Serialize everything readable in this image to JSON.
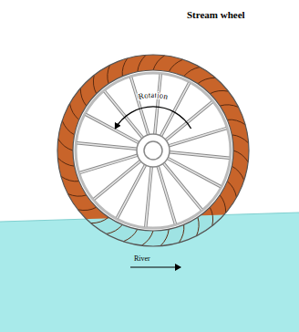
{
  "diagram": {
    "title": "Stream wheel",
    "labels": [
      "Rotation",
      "River"
    ]
  }
}
